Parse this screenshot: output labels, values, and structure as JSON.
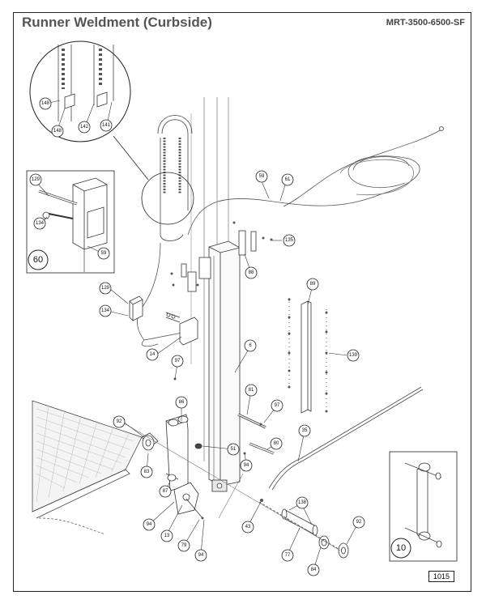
{
  "header": {
    "title": "Runner Weldment (Curbside)",
    "part_number": "MRT-3500-6500-SF"
  },
  "footer": {
    "page_number": "1015"
  },
  "insets": {
    "detail_circle_callouts": [
      "148",
      "148",
      "142",
      "141"
    ],
    "inset_60_label": "60",
    "inset_60_callouts": [
      "129",
      "134",
      "59"
    ],
    "inset_10_label": "10"
  },
  "callouts": [
    "59",
    "61",
    "135",
    "88",
    "89",
    "129",
    "134",
    "14",
    "6",
    "139",
    "97",
    "86",
    "81",
    "97",
    "92",
    "51",
    "80",
    "94",
    "35",
    "83",
    "87",
    "138",
    "94",
    "13",
    "43",
    "79",
    "92",
    "94",
    "77",
    "84"
  ]
}
